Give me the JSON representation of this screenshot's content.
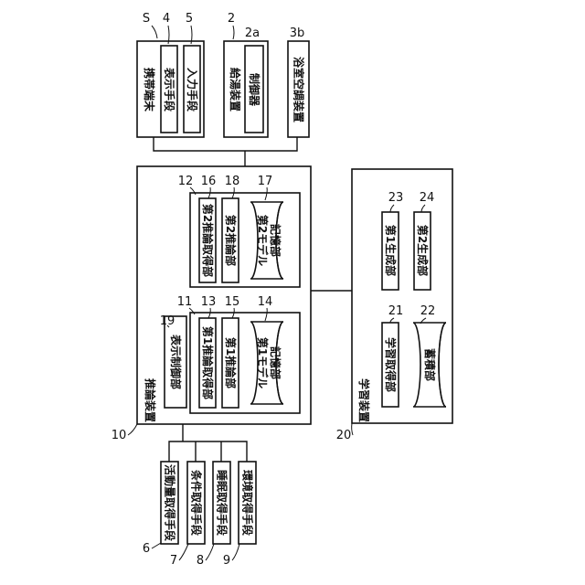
{
  "blocks": {
    "portable_terminal": {
      "label": "携帯端末",
      "ref": "S"
    },
    "display_means": {
      "label": "表示手段",
      "ref": "4"
    },
    "input_means": {
      "label": "入力手段",
      "ref": "5"
    },
    "water_heater": {
      "label": "給湯装置",
      "ref": "2"
    },
    "controller": {
      "label": "制御器",
      "ref": "2a"
    },
    "bathroom_ac": {
      "label": "浴室空調装置",
      "ref": "3b"
    },
    "inference_device": {
      "label": "推論装置",
      "ref": "10"
    },
    "display_control": {
      "label": "表示制御部",
      "ref": "19"
    },
    "first_group": {
      "ref": "11"
    },
    "first_inference_acq": {
      "label": "第1推論取得部",
      "ref": "13"
    },
    "first_inference": {
      "label": "第1推論部",
      "ref": "15"
    },
    "first_model_storage": {
      "label1": "第1モデル",
      "label2": "記憶部",
      "ref": "14"
    },
    "second_group": {
      "ref": "12"
    },
    "second_inference_acq": {
      "label": "第2推論取得部",
      "ref": "16"
    },
    "second_inference": {
      "label": "第2推論部",
      "ref": "18"
    },
    "second_model_storage": {
      "label1": "第2モデル",
      "label2": "記憶部",
      "ref": "17"
    },
    "learning_device": {
      "label": "学習装置",
      "ref": "20"
    },
    "learning_acq": {
      "label": "学習取得部",
      "ref": "21"
    },
    "accumulation": {
      "label": "蓄積部",
      "ref": "22"
    },
    "first_generation": {
      "label": "第1生成部",
      "ref": "23"
    },
    "second_generation": {
      "label": "第2生成部",
      "ref": "24"
    },
    "activity_acq": {
      "label": "活動量取得手段",
      "ref": "6"
    },
    "condition_acq": {
      "label": "条件取得手段",
      "ref": "7"
    },
    "sleep_acq": {
      "label": "睡眠取得手段",
      "ref": "8"
    },
    "environment_acq": {
      "label": "環境取得手段",
      "ref": "9"
    }
  }
}
